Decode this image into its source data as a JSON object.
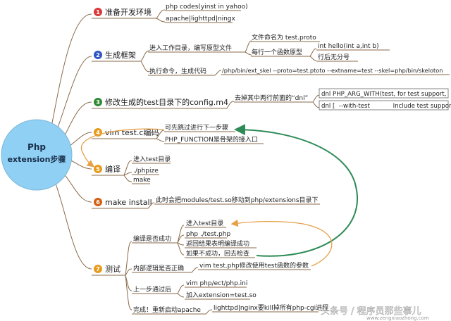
{
  "root": {
    "line1": "Php",
    "line2": "extension步骤",
    "color": "#8fd0f4"
  },
  "main": [
    {
      "num": "1",
      "label": "准备开发环境",
      "badge_color": "#d93a3a"
    },
    {
      "num": "2",
      "label": "生成框架",
      "badge_color": "#2f56c2"
    },
    {
      "num": "3",
      "label": "修改生成的test目录下的config.m4",
      "badge_color": "#2f8a34"
    },
    {
      "num": "4",
      "label": "vim test.c编码",
      "badge_color": "#e79b1d"
    },
    {
      "num": "5",
      "label": "编译",
      "badge_color": "#e79b1d"
    },
    {
      "num": "6",
      "label": "make install",
      "badge_color": "#d45f13"
    },
    {
      "num": "7",
      "label": "测试",
      "badge_color": "#e79b1d"
    }
  ],
  "n1": {
    "a": "php codes(yinst in yahoo)",
    "b": "apache|lighttpd|ningx"
  },
  "n2": {
    "work": "进入工作目录，编写原型文件",
    "fname": "文件命名为 test.proto",
    "proto": "每行一个函数原型",
    "hello": "int hello(int a,int b)",
    "noseg": "行后无分号",
    "exec": "执行命令，生成代码",
    "cmd": "/php/bin/ext_skel --proto=test.ptoto --extname=test --skel=php/bin/skeloton"
  },
  "n3": {
    "remove": "去掉其中两行前面的“dnl”",
    "l1": "dnl PHP_ARG_WITH(test, for test support,",
    "l2": "dnl [  --with-test            Include test support])"
  },
  "n4": {
    "skip": "可先跳过进行下一步骤",
    "func": "PHP_FUNCTION是骨架的接入口"
  },
  "n5": {
    "a": "进入test目录",
    "b": "./phpize",
    "c": "make"
  },
  "n6": {
    "a": "此时会把modules/test.so移动到php/extensions目录下"
  },
  "n7": {
    "compile": "编译是否成功",
    "enter": "进入test目录",
    "phptest": "php ./test.php",
    "result": "返回结果表明编译成功",
    "fail": "如果不成功，回去检查",
    "logic": "内部逻辑是否正确",
    "vimtest": "vim test.php修改使用test函数的参数",
    "passed": "上一步通过后",
    "vimini": "vim php/ect/php.ini",
    "addext": "加入extension=test.so",
    "done": "完成！重新启动apache",
    "restart": "lighttpd|nginx要kill掉所有php-cgi进程"
  },
  "watermark": {
    "text": "头条号 / 程序员那些事儿",
    "url": "www.zengxiaozhong.com"
  },
  "colors": {
    "branch": "#8a6a4a",
    "green_arrow": "#2e8b57",
    "orange_arrow": "#e5a048"
  }
}
